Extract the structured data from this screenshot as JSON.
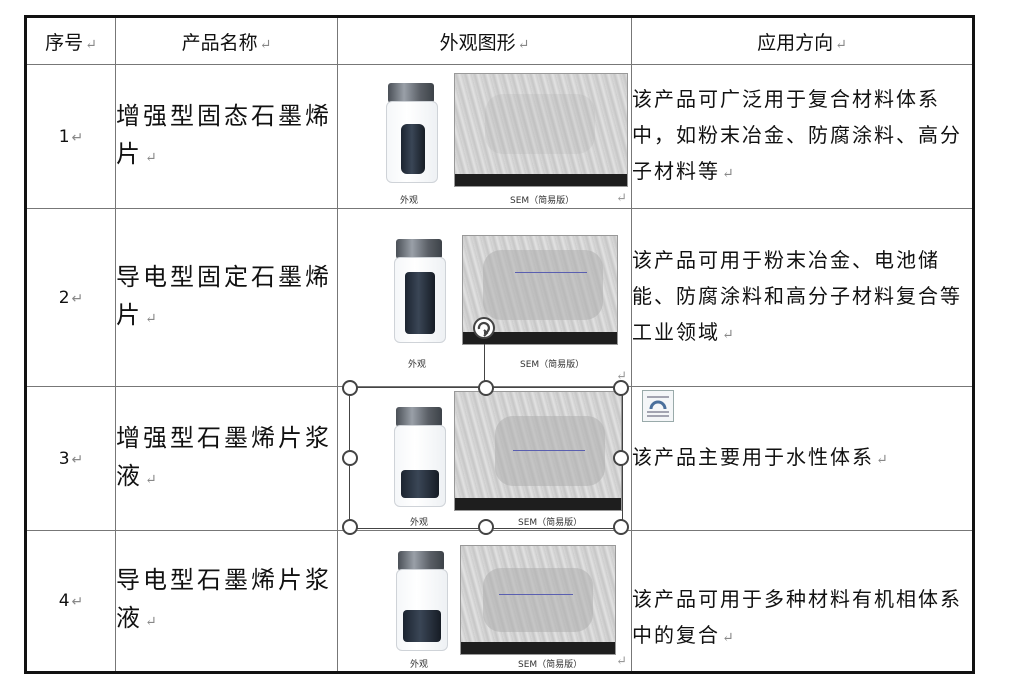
{
  "table": {
    "headers": [
      "序号",
      "产品名称",
      "外观图形",
      "应用方向"
    ],
    "paragraph_mark": "↵",
    "rows": [
      {
        "num": "1",
        "name": "增强型固态石墨烯片",
        "appearance_caption": "外观",
        "sem_caption": "SEM（简易版）",
        "application": "该产品可广泛用于复合材料体系中，如粉末冶金、防腐涂料、高分子材料等"
      },
      {
        "num": "2",
        "name": "导电型固定石墨烯片",
        "appearance_caption": "外观",
        "sem_caption": "SEM（简易版）",
        "application": "该产品可用于粉末冶金、电池储能、防腐涂料和高分子材料复合等工业领域"
      },
      {
        "num": "3",
        "name": "增强型石墨烯片浆液",
        "appearance_caption": "外观",
        "sem_caption": "SEM（简易版）",
        "application": "该产品主要用于水性体系"
      },
      {
        "num": "4",
        "name": "导电型石墨烯片浆液",
        "appearance_caption": "外观",
        "sem_caption": "SEM（简易版）",
        "application": "该产品可用于多种材料有机相体系中的复合"
      }
    ]
  },
  "icons": {
    "rotate": "rotate-handle-icon",
    "layout_options": "layout-options-icon",
    "paragraph_mark": "paragraph-mark-icon"
  },
  "colors": {
    "border": "#111111",
    "selection": "#444444",
    "scalebar": "#5a5fb0"
  }
}
